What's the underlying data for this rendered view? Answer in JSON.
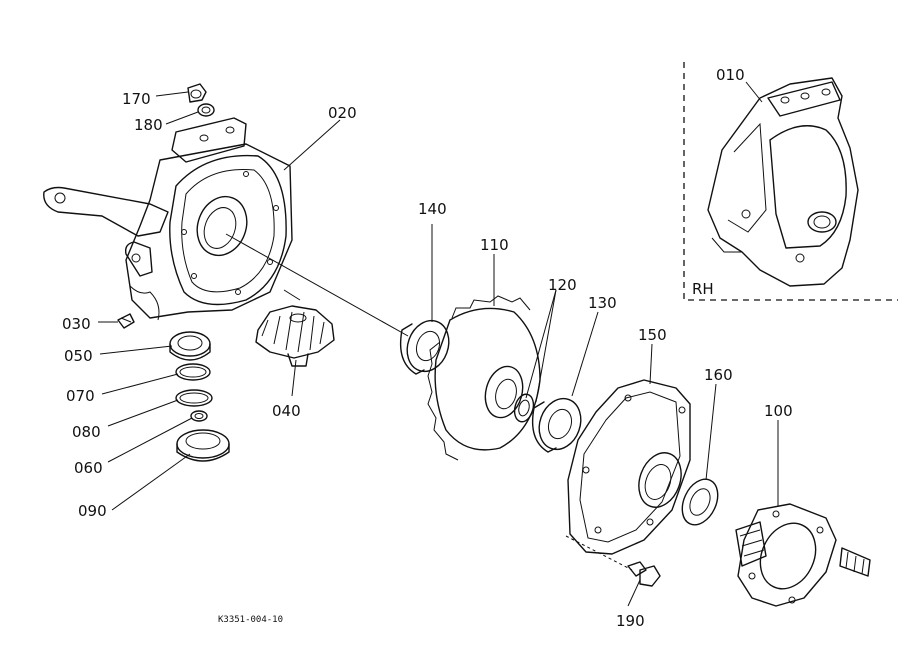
{
  "diagram": {
    "labels": {
      "p010": "010",
      "p020": "020",
      "p030": "030",
      "p040": "040",
      "p050": "050",
      "p060": "060",
      "p070": "070",
      "p080": "080",
      "p090": "090",
      "p100": "100",
      "p110": "110",
      "p120": "120",
      "p130": "130",
      "p140": "140",
      "p150": "150",
      "p160": "160",
      "p170": "170",
      "p180": "180",
      "p190": "190"
    },
    "inset_label": "RH",
    "drawing_code": "K3351-004-10"
  }
}
